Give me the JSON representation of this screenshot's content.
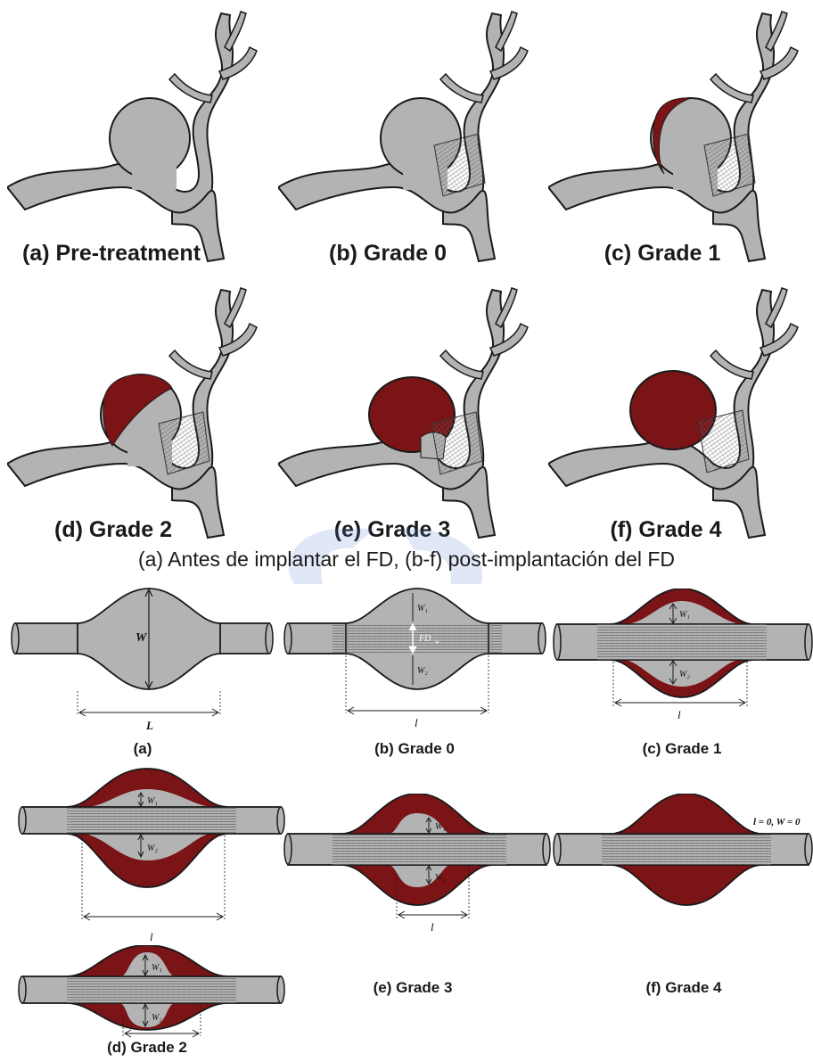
{
  "top_panels": [
    {
      "caption": "(a) Pre-treatment"
    },
    {
      "caption": "(b) Grade 0"
    },
    {
      "caption": "(c) Grade 1"
    },
    {
      "caption": "(d) Grade 2"
    },
    {
      "caption": "(e) Grade 3"
    },
    {
      "caption": "(f) Grade 4"
    }
  ],
  "subtitle": "(a) Antes de implantar el FD, (b-f) post-implantación del FD",
  "schematic": {
    "a": {
      "caption": "(a)",
      "w_label": "W",
      "l_label": "L"
    },
    "b": {
      "caption": "(b) Grade 0",
      "w1": "W₁",
      "w2": "W₂",
      "fd": "FD",
      "fd_sub": "w",
      "l_label": "l"
    },
    "c": {
      "caption": "(c) Grade 1",
      "w1": "W₁",
      "w2": "W₂",
      "l_label": "l"
    },
    "d": {
      "caption": "(d) Grade 2",
      "w1": "W₁",
      "w2": "W₂",
      "l_label": "l"
    },
    "e": {
      "caption": "(e) Grade 3",
      "w1": "W₁",
      "w2": "W₂",
      "l_label": "l"
    },
    "f": {
      "caption": "(f) Grade 4",
      "note": "l = 0, W = 0"
    }
  },
  "colors": {
    "vessel": "#b3b3b3",
    "clot": "#7b1416",
    "outline": "#1a1a1a",
    "watermark": "#5b7fd0"
  }
}
